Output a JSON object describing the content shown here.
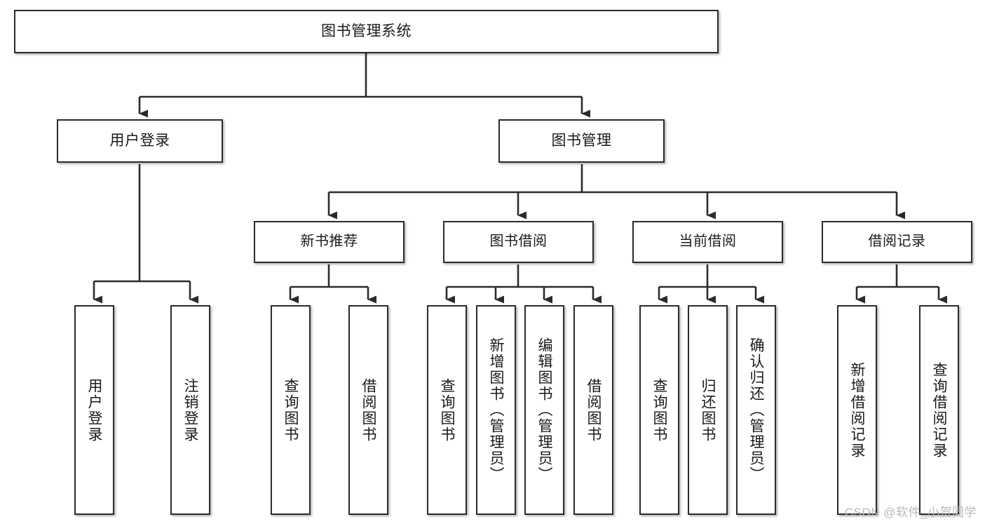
{
  "diagram": {
    "title": "图书管理系统",
    "type": "hierarchy-tree",
    "watermark": "CSDN @软件_小贺同学",
    "colors": {
      "box_border": "#2b2b2b",
      "box_fill": "#ffffff",
      "connector": "#2b2b2b",
      "text": "#1a1a1a",
      "watermark": "#b9b9b9",
      "background": "#ffffff"
    },
    "nodes": {
      "root": {
        "label": "图书管理系统"
      },
      "level1": [
        {
          "id": "user-login",
          "label": "用户登录"
        },
        {
          "id": "book-management",
          "label": "图书管理"
        }
      ],
      "level2": [
        {
          "id": "new-book-recommend",
          "label": "新书推荐",
          "parent": "book-management"
        },
        {
          "id": "book-borrow",
          "label": "图书借阅",
          "parent": "book-management"
        },
        {
          "id": "current-borrow",
          "label": "当前借阅",
          "parent": "book-management"
        },
        {
          "id": "borrow-record",
          "label": "借阅记录",
          "parent": "book-management"
        }
      ],
      "leaves": [
        {
          "id": "leaf-user-login",
          "label": "用户登录",
          "parent": "user-login"
        },
        {
          "id": "leaf-logout-login",
          "label": "注销登录",
          "parent": "user-login"
        },
        {
          "id": "leaf-query-book-1",
          "label": "查询图书",
          "parent": "new-book-recommend"
        },
        {
          "id": "leaf-borrow-book-1",
          "label": "借阅图书",
          "parent": "new-book-recommend"
        },
        {
          "id": "leaf-query-book-2",
          "label": "查询图书",
          "parent": "book-borrow"
        },
        {
          "id": "leaf-add-book",
          "label": "新增图书（管理员）",
          "parent": "book-borrow"
        },
        {
          "id": "leaf-edit-book",
          "label": "编辑图书（管理员）",
          "parent": "book-borrow"
        },
        {
          "id": "leaf-borrow-book-2",
          "label": "借阅图书",
          "parent": "book-borrow"
        },
        {
          "id": "leaf-query-book-3",
          "label": "查询图书",
          "parent": "current-borrow"
        },
        {
          "id": "leaf-return-book",
          "label": "归还图书",
          "parent": "current-borrow"
        },
        {
          "id": "leaf-confirm-return",
          "label": "确认归还（管理员）",
          "parent": "current-borrow"
        },
        {
          "id": "leaf-add-borrow-record",
          "label": "新增借阅记录",
          "parent": "borrow-record"
        },
        {
          "id": "leaf-query-borrow-record",
          "label": "查询借阅记录",
          "parent": "borrow-record"
        }
      ]
    }
  }
}
